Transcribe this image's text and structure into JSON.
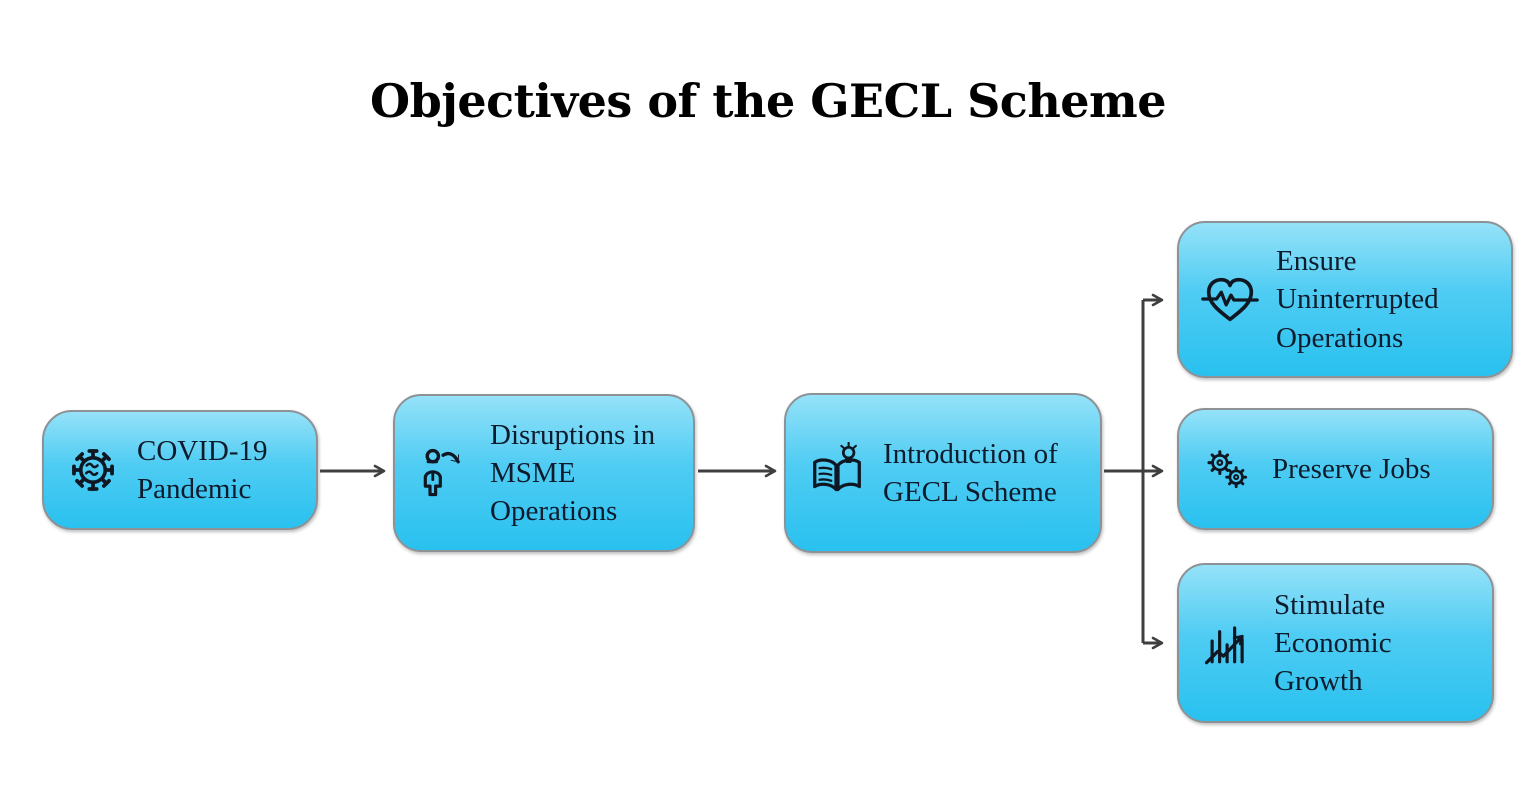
{
  "title": "Objectives of the GECL Scheme",
  "nodes": [
    {
      "label": "COVID-19 Pandemic",
      "icon": "virus-icon"
    },
    {
      "label": "Disruptions in MSME Operations",
      "icon": "person-decline-icon"
    },
    {
      "label": "Introduction of GECL Scheme",
      "icon": "book-idea-icon"
    },
    {
      "label": "Ensure Uninterrupted Operations",
      "icon": "heart-pulse-icon"
    },
    {
      "label": "Preserve Jobs",
      "icon": "gears-icon"
    },
    {
      "label": "Stimulate Economic Growth",
      "icon": "growth-chart-icon"
    }
  ],
  "edges": [
    {
      "from": "COVID-19 Pandemic",
      "to": "Disruptions in MSME Operations"
    },
    {
      "from": "Disruptions in MSME Operations",
      "to": "Introduction of GECL Scheme"
    },
    {
      "from": "Introduction of GECL Scheme",
      "to": "Ensure Uninterrupted Operations"
    },
    {
      "from": "Introduction of GECL Scheme",
      "to": "Preserve Jobs"
    },
    {
      "from": "Introduction of GECL Scheme",
      "to": "Stimulate Economic Growth"
    }
  ],
  "colors": {
    "background": "#ffffff",
    "title_text": "#000000",
    "box_gradient_top": "#95e2f8",
    "box_gradient_bottom": "#29c1ef",
    "box_border": "#8d9297",
    "box_text": "#0e1b2c",
    "icon_stroke": "#0f1822",
    "arrow": "#3f3f3f"
  }
}
